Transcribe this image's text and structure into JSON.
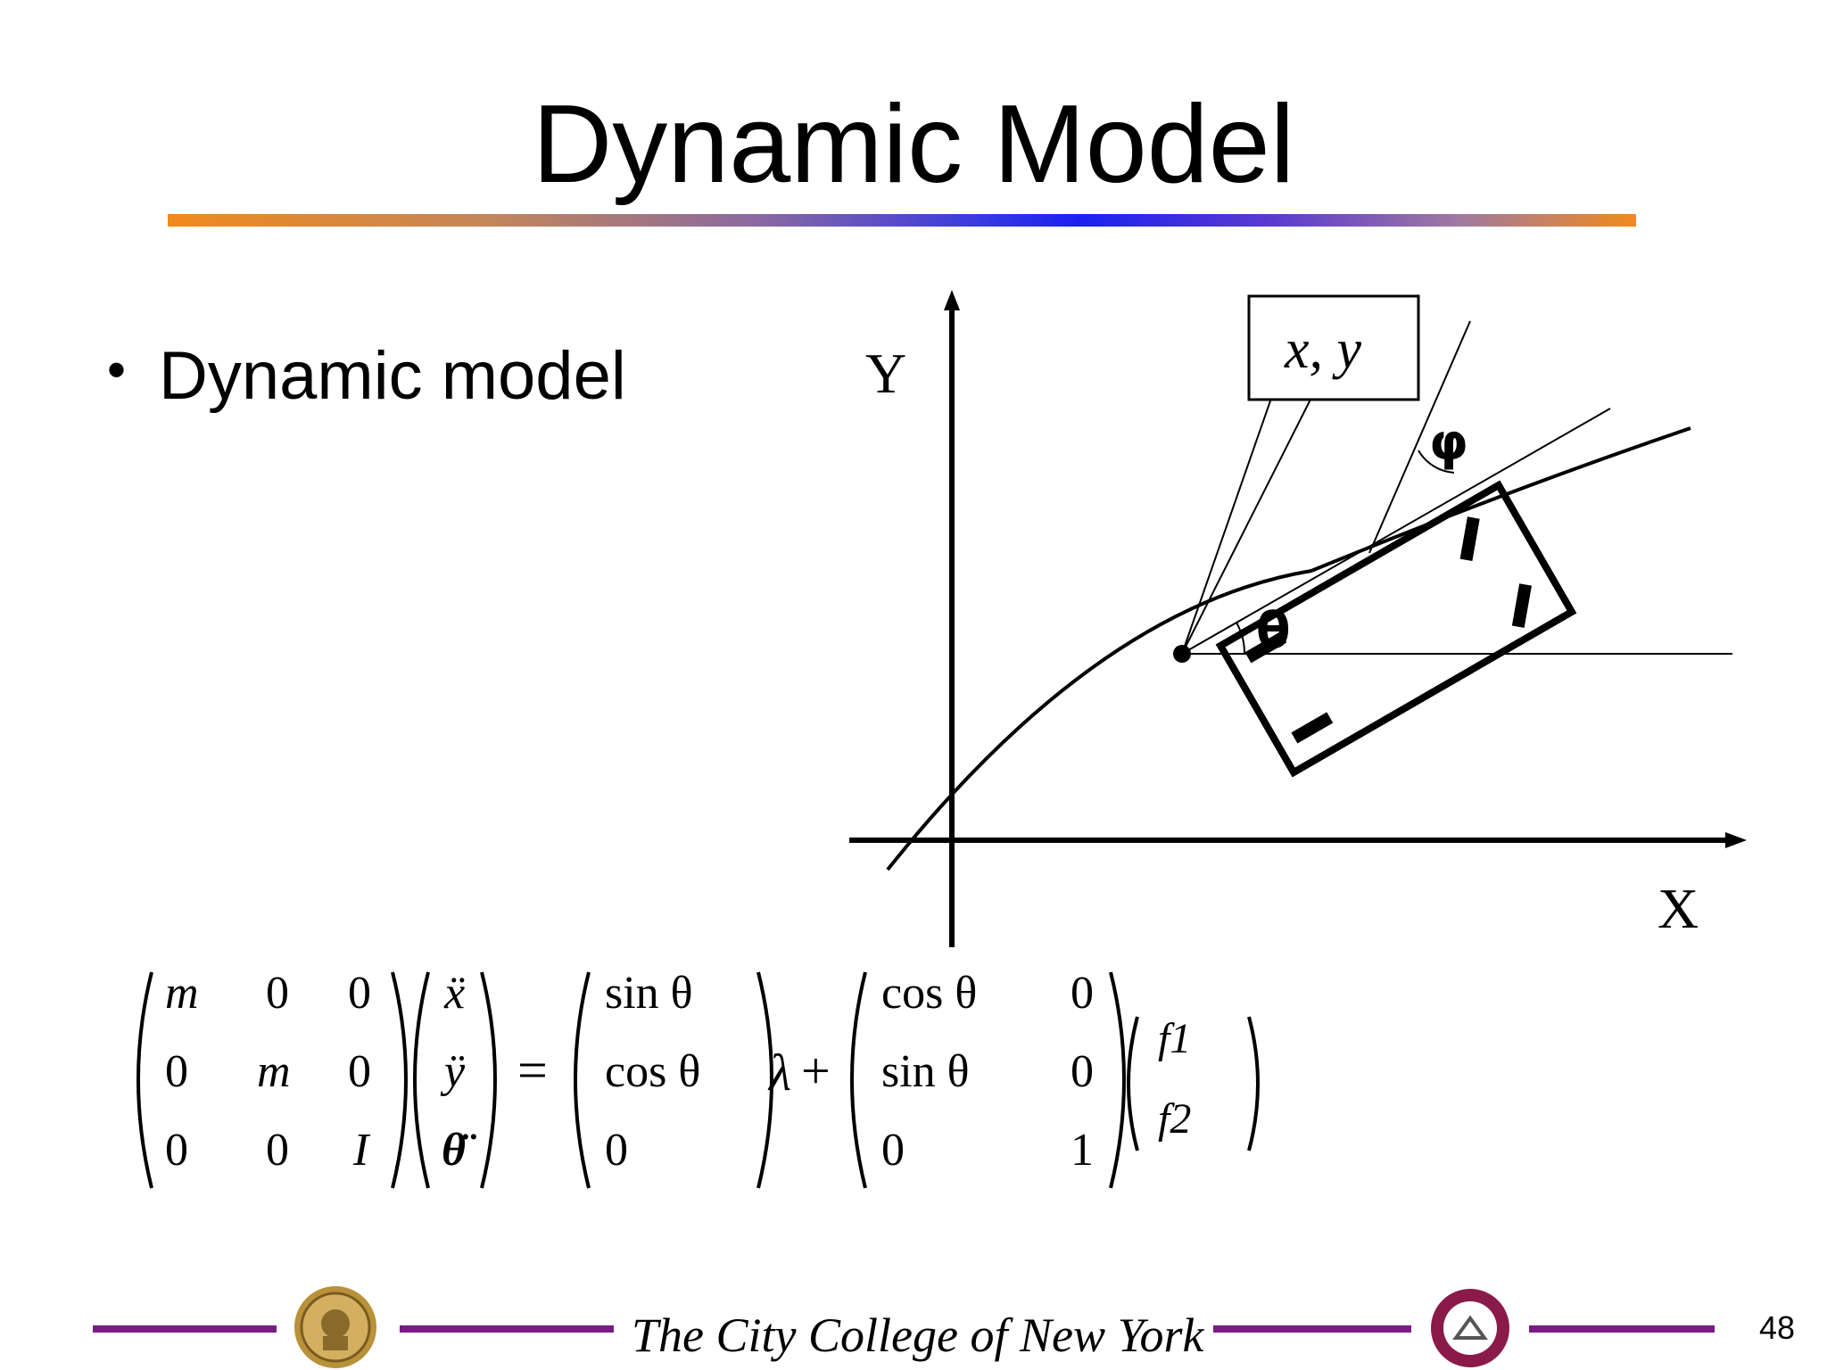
{
  "slide": {
    "title": "Dynamic Model",
    "bullet": "Dynamic model",
    "page_number": "48"
  },
  "diagram": {
    "y_axis_label": "Y",
    "x_axis_label": "X",
    "callout_label": "x, y",
    "theta_label": "θ",
    "phi_label": "φ"
  },
  "equation": {
    "mass_matrix": [
      [
        "m",
        "0",
        "0"
      ],
      [
        "0",
        "m",
        "0"
      ],
      [
        "0",
        "0",
        "I"
      ]
    ],
    "accel_vector": [
      "ẍ",
      "ÿ",
      "θ̈"
    ],
    "equals": "=",
    "constraint_vector": [
      "sin θ",
      "cos θ",
      "0"
    ],
    "lambda": "λ",
    "plus": "+",
    "input_matrix": [
      [
        "cos θ",
        "0"
      ],
      [
        "sin θ",
        "0"
      ],
      [
        "0",
        "1"
      ]
    ],
    "force_vector": [
      "f1",
      "f2"
    ]
  },
  "footer": {
    "institution": "The City College of New York",
    "left_logo_icon": "ccny-seal-icon",
    "right_logo_icon": "ccny-robotics-lab-logo-icon",
    "colors": {
      "rule": "#7a1a87",
      "seal": "#b8923a",
      "lab_logo": "#8a1a4a"
    }
  },
  "colors": {
    "title_bar_start": "#f08a1c",
    "title_bar_mid": "#1a20f0"
  }
}
